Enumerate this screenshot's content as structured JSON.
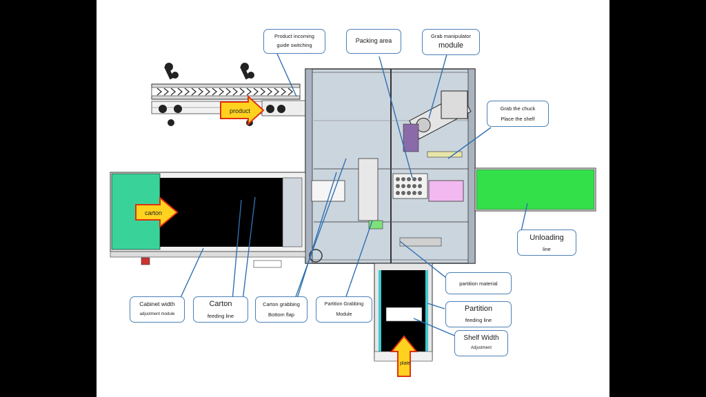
{
  "callouts": {
    "product_switch": {
      "line1": "Product incoming",
      "line2": "guide switching"
    },
    "packing_area": {
      "line1": "Packing area"
    },
    "grab_manipulator": {
      "line1": "Grab manipulator",
      "line2": "module"
    },
    "grab_chuck": {
      "line1": "Grab the chuck",
      "line2": "Place the shelf"
    },
    "unloading": {
      "line1": "Unloading",
      "line2": "line"
    },
    "partition_material": {
      "line1": "partition material"
    },
    "partition_feeding": {
      "line1": "Partition",
      "line2": "feeding line"
    },
    "shelf_width": {
      "line1": "Shelf Width",
      "line2": "Adjustment"
    },
    "partition_grabbing": {
      "line1": "Partition Grabbing",
      "line2": "Module"
    },
    "carton_grabbing": {
      "line1": "Carton grabbing",
      "line2": "Bottom flap"
    },
    "carton_feeding": {
      "line1": "Carton",
      "line2": "feeding line"
    },
    "cabinet_width": {
      "line1": "Cabinet width",
      "line2": "adjustment module"
    }
  },
  "arrows": {
    "product": "product",
    "carton": "carton",
    "plate": "plate"
  },
  "colors": {
    "callout_border": "#4a7fb5",
    "leader_line": "#2f6fb0",
    "arrow_fill": "#ffd21f",
    "arrow_stroke": "#e03010",
    "carton_conveyor": "#39d39a",
    "unloading_conveyor": "#34e04a",
    "frame_fill": "#c9d3dd"
  }
}
